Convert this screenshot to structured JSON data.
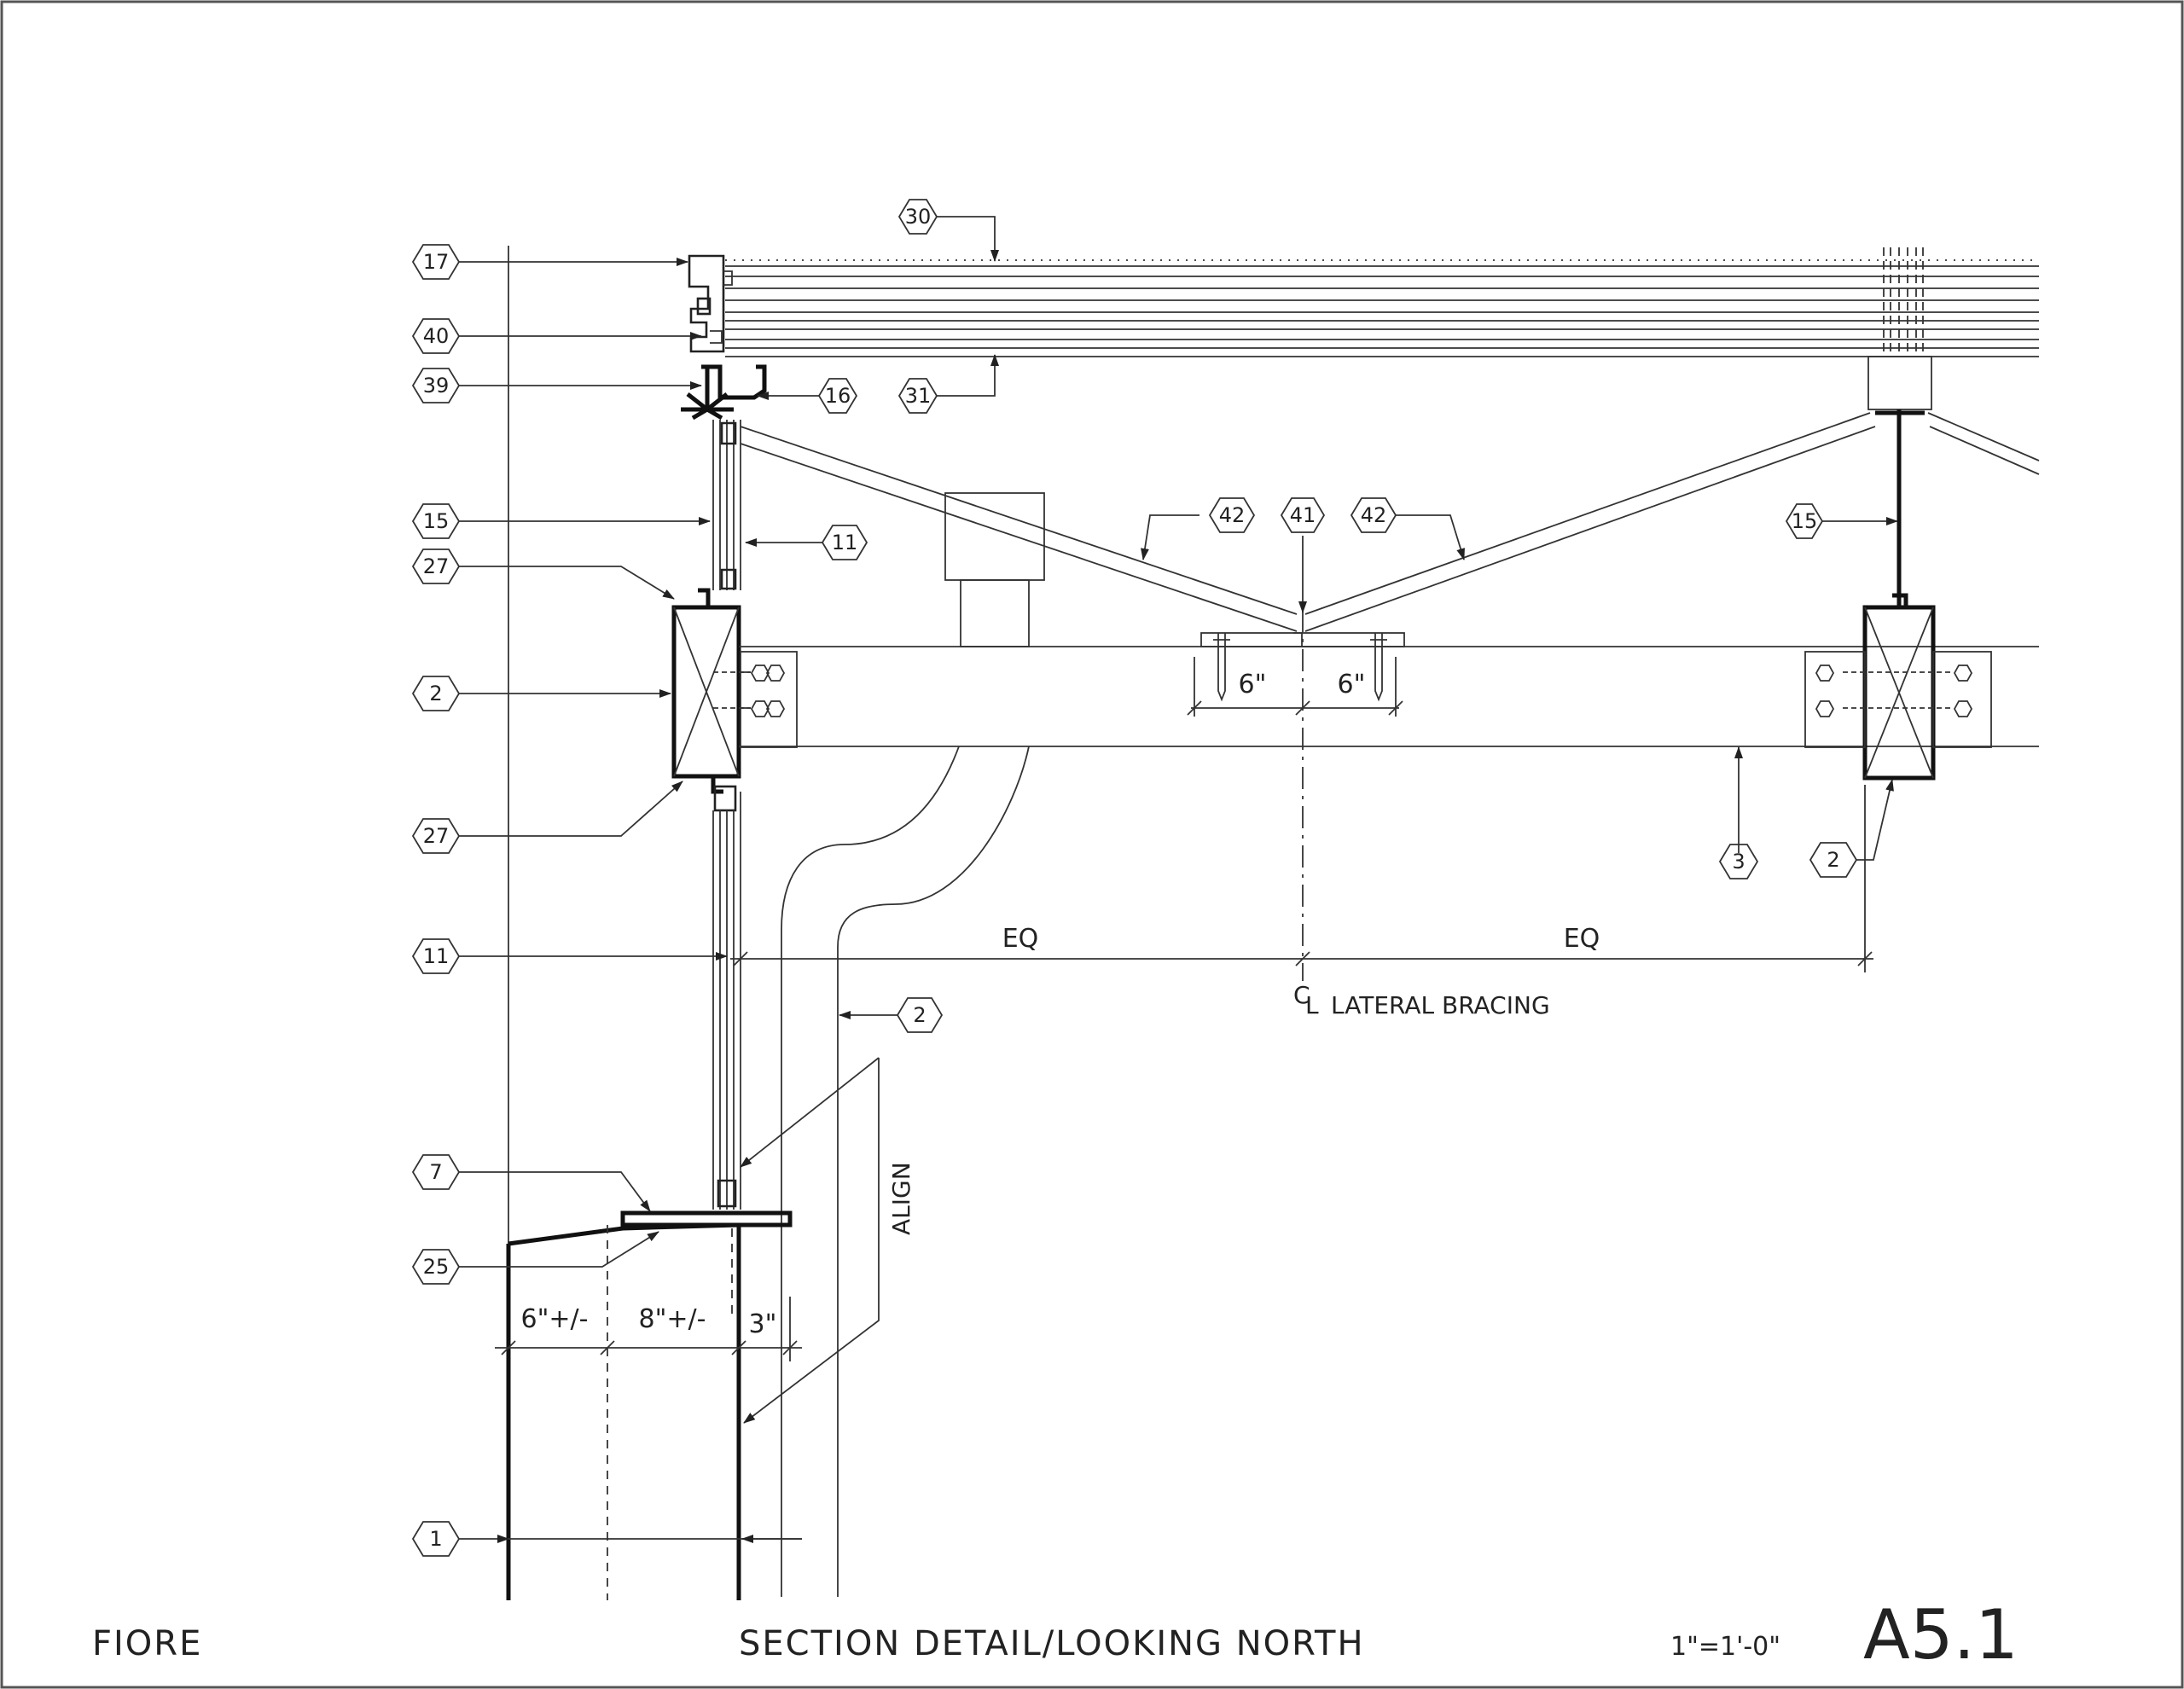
{
  "sheet": {
    "project": "FIORE",
    "title": "SECTION DETAIL/LOOKING NORTH",
    "scale": "1\"=1'-0\"",
    "sheet_number": "A5.1"
  },
  "tags": {
    "t17": "17",
    "t40": "40",
    "t39": "39",
    "t30": "30",
    "t31": "31",
    "t16": "16",
    "t15a": "15",
    "t11a": "11",
    "t27a": "27",
    "t2a": "2",
    "t27b": "27",
    "t11b": "11",
    "t7": "7",
    "t25": "25",
    "t1": "1",
    "t42a": "42",
    "t41": "41",
    "t42b": "42",
    "t15b": "15",
    "t3": "3",
    "t2b": "2",
    "t2c": "2"
  },
  "dimensions": {
    "six_left": "6\"",
    "six_right": "6\"",
    "eq_left": "EQ",
    "eq_right": "EQ",
    "base_6": "6\"+/-",
    "base_8": "8\"+/-",
    "base_3": "3\""
  },
  "notes": {
    "centerline_symbol": "C",
    "centerline_sub": "L",
    "lateral_bracing": "LATERAL BRACING",
    "align": "ALIGN"
  }
}
